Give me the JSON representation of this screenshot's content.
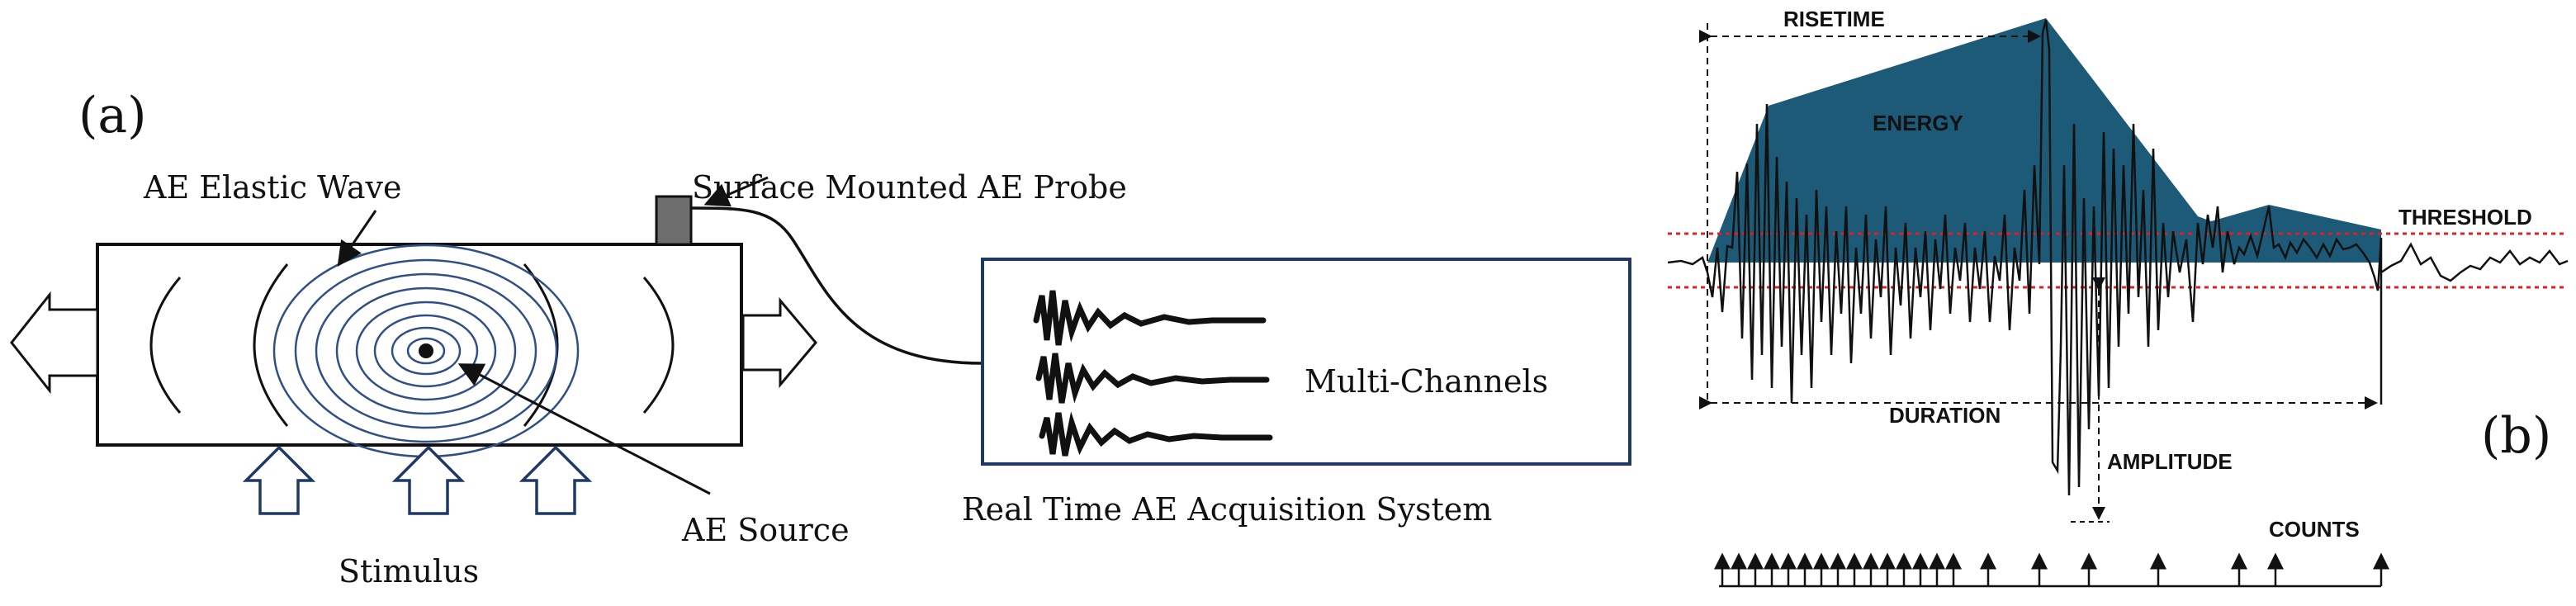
{
  "panel_a": {
    "label": "(a)",
    "elastic_wave_label": "AE Elastic Wave",
    "probe_label": "Surface Mounted AE Probe",
    "channels_label": "Multi-Channels",
    "system_label": "Real Time AE Acquisition System",
    "source_label": "AE Source",
    "stimulus_label": "Stimulus",
    "colors": {
      "wave": "#2f4f86",
      "arrow_outline": "#1f3864",
      "probe": "#6e6e6e"
    }
  },
  "panel_b": {
    "label": "(b)",
    "risetime_label": "RISETIME",
    "energy_label": "ENERGY",
    "threshold_label": "THRESHOLD",
    "duration_label": "DURATION",
    "amplitude_label": "AMPLITUDE",
    "counts_label": "COUNTS",
    "colors": {
      "energy_fill": "#1d5a78",
      "threshold": "#e02020"
    }
  }
}
